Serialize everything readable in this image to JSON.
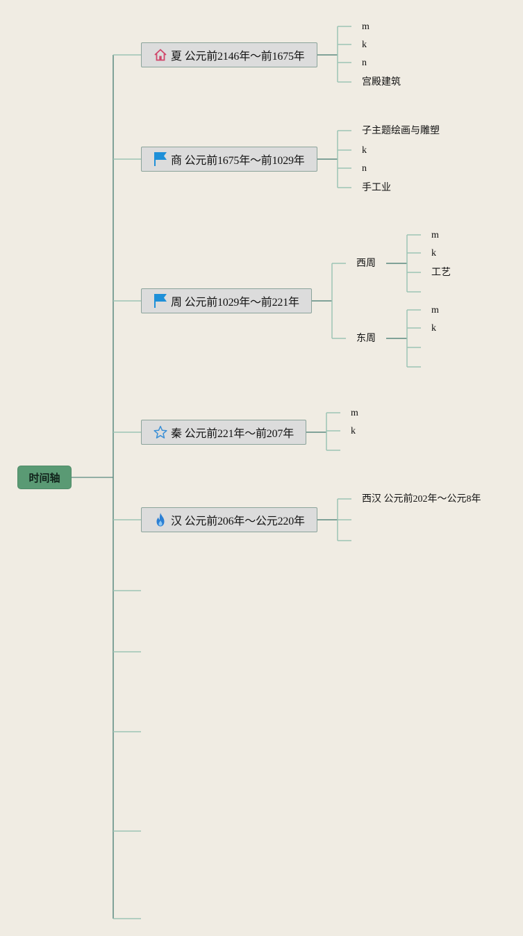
{
  "root": {
    "label": "时间轴"
  },
  "eras": [
    {
      "icon": "house-icon",
      "label": "夏 公元前2146年～前1675年",
      "children": [
        "m",
        "k",
        "n",
        "宫殿建筑"
      ]
    },
    {
      "icon": "flag-icon",
      "label": "商 公元前1675年～前1029年",
      "children": [
        "子主题绘画与雕塑",
        "k",
        "n",
        "手工业"
      ]
    },
    {
      "icon": "flag-icon",
      "label": "周 公元前1029年～前221年",
      "subgroups": [
        {
          "label": "西周",
          "children": [
            "m",
            "k",
            "工艺",
            ""
          ]
        },
        {
          "label": "东周",
          "children": [
            "m",
            "k",
            "",
            ""
          ]
        }
      ]
    },
    {
      "icon": "star-icon",
      "label": "秦 公元前221年～前207年",
      "children": [
        "m",
        "k",
        ""
      ]
    },
    {
      "icon": "fire-icon",
      "label": "汉 公元前206年～公元220年",
      "children": [
        "西汉 公元前202年～公元8年",
        "",
        ""
      ]
    }
  ],
  "colors": {
    "background": "#f0ece3",
    "root_fill": "#5a9a74",
    "line_main": "#5a8a80",
    "line_light": "#9cc4b4",
    "node_fill": "#dcdcdc",
    "flag": "#1e90d8",
    "house": "#d0456a",
    "star": "#3a8fd6",
    "fire": "#2a7fd4"
  }
}
